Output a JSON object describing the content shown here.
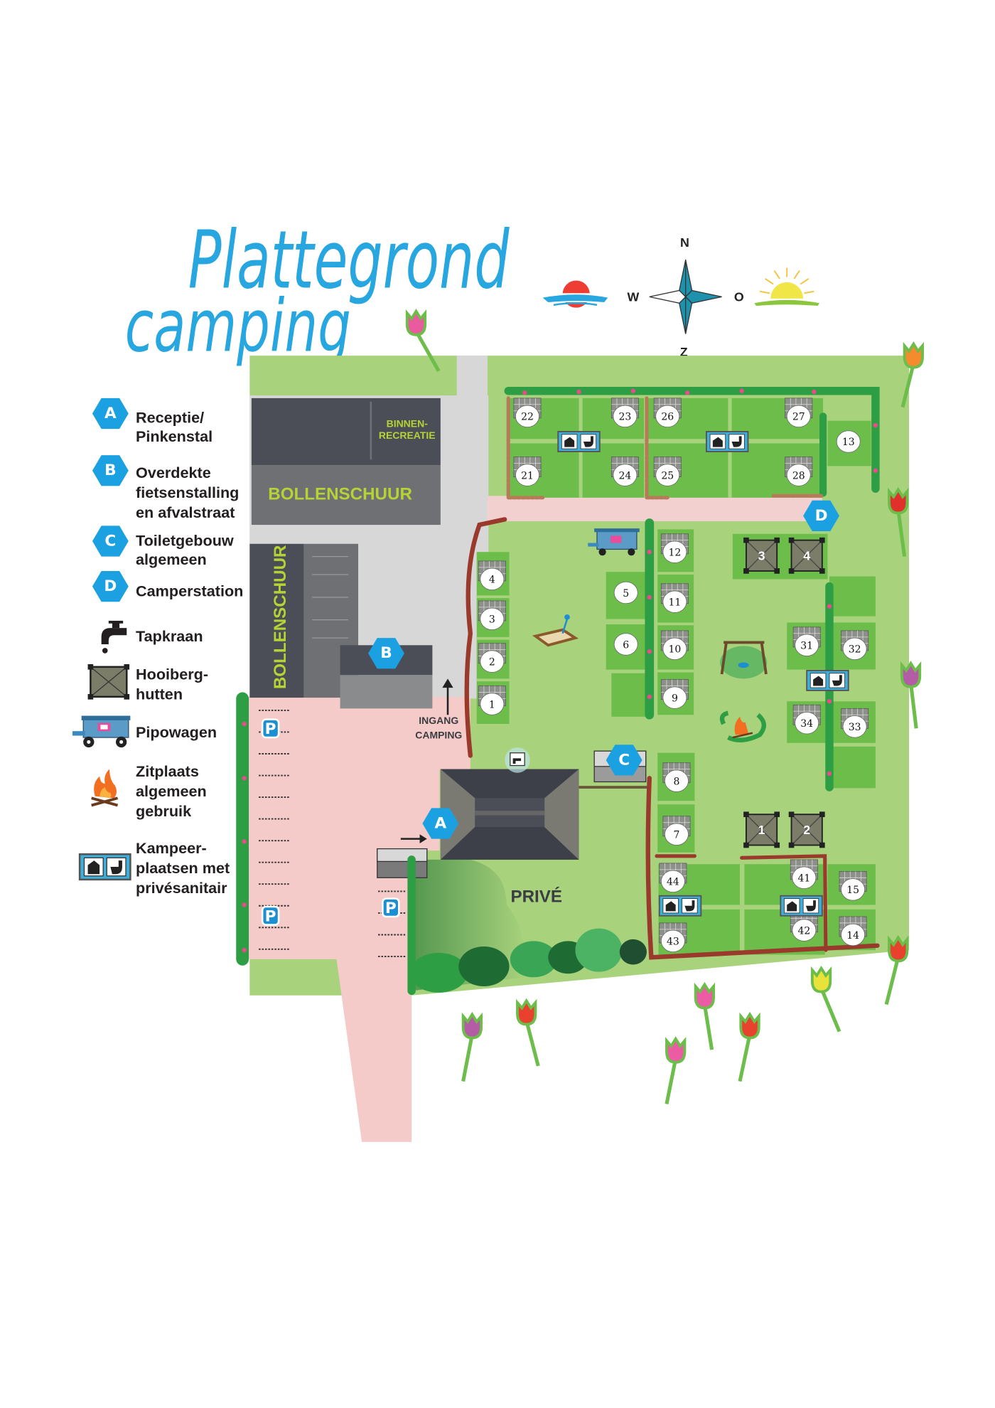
{
  "title": {
    "line1": "Plattegrond",
    "line2": "camping"
  },
  "compass": {
    "n": "N",
    "z": "Z",
    "w": "W",
    "o": "O"
  },
  "legend": {
    "a": {
      "marker": "A",
      "lines": [
        "Receptie/",
        "Pinkenstal"
      ]
    },
    "b": {
      "marker": "B",
      "lines": [
        "Overdekte",
        "fietsenstalling",
        "en afvalstraat"
      ]
    },
    "c": {
      "marker": "C",
      "lines": [
        "Toiletgebouw",
        "algemeen"
      ]
    },
    "d": {
      "marker": "D",
      "lines": [
        "Camperstation"
      ]
    },
    "tap": {
      "lines": [
        "Tapkraan"
      ]
    },
    "hut": {
      "lines": [
        "Hooiberg-",
        "hutten"
      ]
    },
    "wagon": {
      "lines": [
        "Pipowagen"
      ]
    },
    "fire": {
      "lines": [
        "Zitplaats",
        "algemeen",
        "gebruik"
      ]
    },
    "private": {
      "lines": [
        "Kampeer-",
        "plaatsen met",
        "privésanitair"
      ]
    }
  },
  "map": {
    "buildings": {
      "indoor_line1": "BINNEN-",
      "indoor_line2": "RECREATIE",
      "barn_top": "BOLLENSCHUUR",
      "barn_left": "BOLLENSCHUUR"
    },
    "entrance": {
      "line1": "INGANG",
      "line2": "CAMPING"
    },
    "private_area": "PRIVÉ",
    "markers": {
      "a": "A",
      "b": "B",
      "c": "C",
      "d": "D"
    },
    "parking": [
      "P",
      "P",
      "P"
    ],
    "pitches": [
      "22",
      "23",
      "26",
      "27",
      "21",
      "24",
      "25",
      "28",
      "13",
      "4",
      "3",
      "2",
      "1",
      "5",
      "6",
      "12",
      "11",
      "10",
      "9",
      "8",
      "7",
      "31",
      "32",
      "34",
      "33",
      "44",
      "43",
      "41",
      "42",
      "15",
      "14"
    ],
    "huts": [
      "3",
      "4",
      "1",
      "2"
    ]
  },
  "colors": {
    "accent_blue": "#1ba1e2",
    "field": "#a8d27c",
    "plot": "#6cbd4a",
    "road": "#f4cbc9",
    "gravel": "#d7d7d7"
  }
}
